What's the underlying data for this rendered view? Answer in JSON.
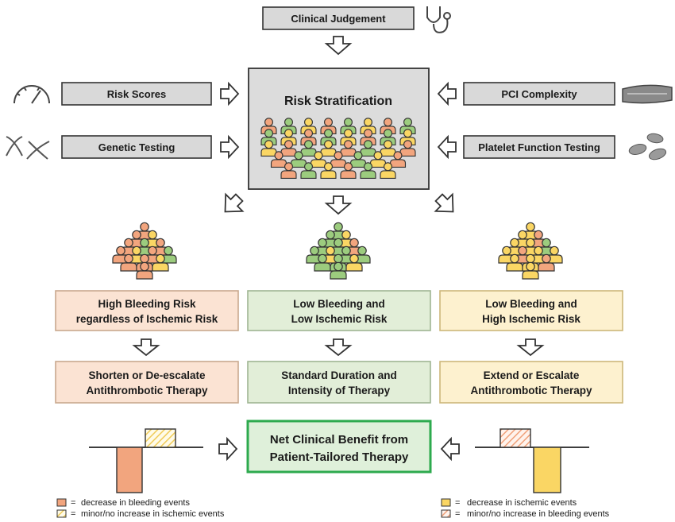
{
  "inputs": {
    "clinical_judgement": "Clinical Judgement",
    "risk_scores": "Risk Scores",
    "genetic_testing": "Genetic Testing",
    "pci_complexity": "PCI Complexity",
    "platelet_function_testing": "Platelet Function Testing"
  },
  "center": {
    "title": "Risk Stratification"
  },
  "categories": [
    {
      "line1": "High Bleeding Risk",
      "line2": "regardless of Ischemic Risk",
      "fill": "#fbe3d3",
      "border": "#c9a88e"
    },
    {
      "line1": "Low Bleeding and",
      "line2": "Low Ischemic Risk",
      "fill": "#e2eed8",
      "border": "#9fb592"
    },
    {
      "line1": "Low Bleeding and",
      "line2": "High Ischemic Risk",
      "fill": "#fdf1cf",
      "border": "#cdb77a"
    }
  ],
  "therapies": [
    {
      "line1": "Shorten or De-escalate",
      "line2": "Antithrombotic Therapy"
    },
    {
      "line1": "Standard Duration and",
      "line2": "Intensity of Therapy"
    },
    {
      "line1": "Extend or Escalate",
      "line2": "Antithrombotic Therapy"
    }
  ],
  "outcome": {
    "line1": "Net Clinical Benefit from",
    "line2": "Patient-Tailored Therapy",
    "fill": "#dff0da",
    "border": "#2daa4e"
  },
  "legend_left": [
    {
      "symbol": "=",
      "text": "decrease in bleeding events"
    },
    {
      "symbol": "=",
      "text": "minor/no increase in ischemic events"
    }
  ],
  "legend_right": [
    {
      "symbol": "=",
      "text": "decrease in ischemic events"
    },
    {
      "symbol": "=",
      "text": "minor/no increase in bleeding events"
    }
  ],
  "colors": {
    "box_gray": "#d9d9d9",
    "orange": "#f2a57e",
    "green": "#9ccc7e",
    "yellow": "#fad664",
    "outline": "#333333"
  },
  "icons": {
    "clinical_judgement": "stethoscope-icon",
    "risk_scores": "gauge-icon",
    "genetic_testing": "dna-icon",
    "pci_complexity": "artery-icon",
    "platelet_function_testing": "platelets-icon"
  }
}
